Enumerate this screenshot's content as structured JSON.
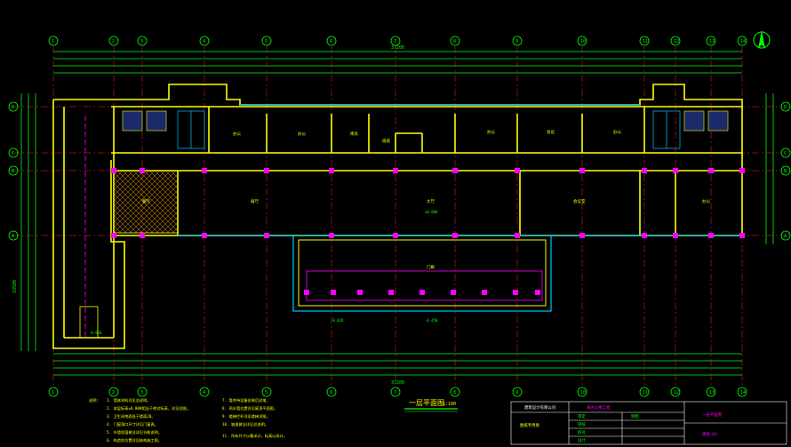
{
  "drawing": {
    "overall_width": "37200",
    "overall_depth": "19500",
    "grid_top": [
      "1",
      "2",
      "3",
      "4",
      "5",
      "6",
      "7",
      "8",
      "9",
      "10",
      "11",
      "12",
      "13",
      "14"
    ],
    "grid_left": [
      "D",
      "C",
      "B",
      "A"
    ],
    "rooms": [
      {
        "label": "办公"
      },
      {
        "label": "办公"
      },
      {
        "label": "库房"
      },
      {
        "label": "值班"
      },
      {
        "label": "办公"
      },
      {
        "label": "会议"
      },
      {
        "label": "办公"
      },
      {
        "label": "展厅"
      },
      {
        "label": "大厅"
      },
      {
        "label": "会议室"
      },
      {
        "label": "办公"
      },
      {
        "label": "餐厅"
      },
      {
        "label": "门廊"
      }
    ],
    "levels": [
      {
        "text": "±0.000"
      },
      {
        "text": "-0.020"
      },
      {
        "text": "-0.450"
      },
      {
        "text": "-0.020"
      }
    ],
    "section_title": "一层平面图",
    "scale": "1:100"
  },
  "notes": {
    "heading": "说明:",
    "col1": [
      "1. 墙体材料详见总说明。",
      "2. 本层标高±0.000相当于绝对标高，详见总图。",
      "3. 卫生间地面低于楼面20。",
      "4. 门窗洞口尺寸详见门窗表。",
      "5. 外墙保温做法详见节能说明。",
      "6. 构造柱位置详见结构施工图。"
    ],
    "col2": [
      "7. 管井待设备安装后封堵。",
      "8. 雨水管位置详见屋顶平面图。",
      "9. 楼梯栏杆详见楼梯详图。",
      "10. 坡道做法详见总说明。",
      "11. 所有尺寸以毫米计，标高以米计。"
    ]
  },
  "title_block": {
    "company": "建筑设计有限公司",
    "project": "某办公楼工程",
    "drawing_name": "一层平面图",
    "drawing_no": "建施-03",
    "rows": [
      "审定",
      "审核",
      "校对",
      "设计",
      "制图"
    ],
    "stamp": "图纸专用章"
  },
  "colors": {
    "wall": "#ffff00",
    "axis": "#ff2020",
    "dim": "#00ff00",
    "glass": "#00c8ff",
    "column": "#ff00ff",
    "text": "#ffffff"
  }
}
